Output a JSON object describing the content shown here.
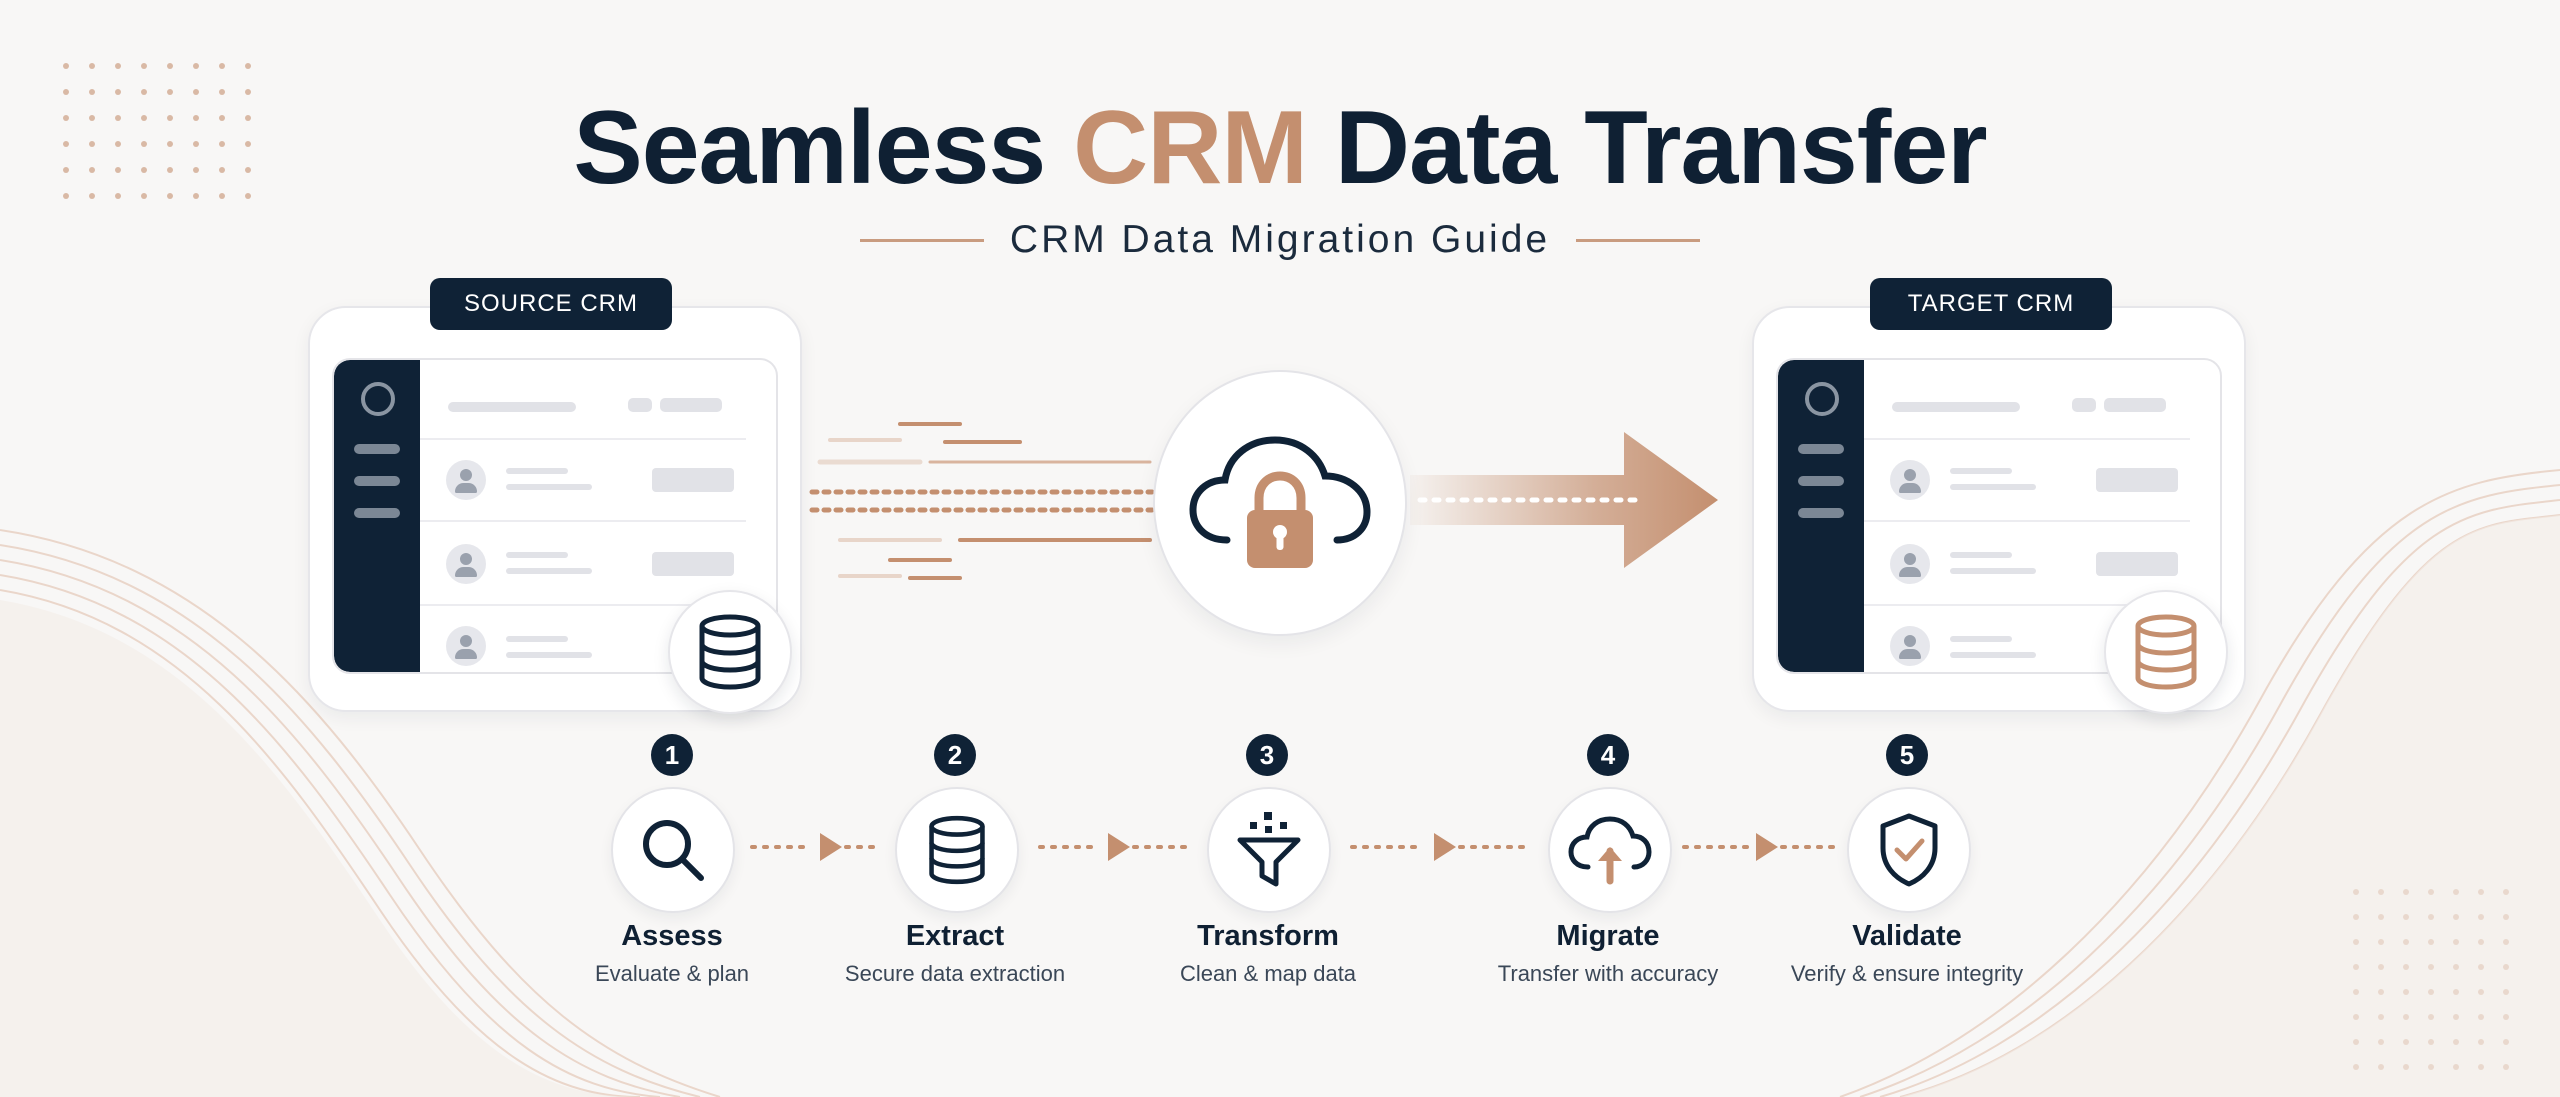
{
  "header": {
    "title_part1": "Seamless",
    "title_accent": "CRM",
    "title_part2": "Data Transfer",
    "subtitle": "CRM Data Migration Guide"
  },
  "source": {
    "label": "SOURCE CRM",
    "icon": "database-icon"
  },
  "target": {
    "label": "TARGET CRM",
    "icon": "database-icon"
  },
  "transfer": {
    "icon": "cloud-lock-icon"
  },
  "steps": [
    {
      "number": "1",
      "title": "Assess",
      "desc": "Evaluate & plan",
      "icon": "search-icon"
    },
    {
      "number": "2",
      "title": "Extract",
      "desc": "Secure data extraction",
      "icon": "database-icon"
    },
    {
      "number": "3",
      "title": "Transform",
      "desc": "Clean & map data",
      "icon": "filter-icon"
    },
    {
      "number": "4",
      "title": "Migrate",
      "desc": "Transfer with accuracy",
      "icon": "cloud-upload-icon"
    },
    {
      "number": "5",
      "title": "Validate",
      "desc": "Verify & ensure integrity",
      "icon": "shield-check-icon"
    }
  ],
  "colors": {
    "navy": "#0f2236",
    "accent": "#c48f6f",
    "background": "#f8f7f6"
  }
}
